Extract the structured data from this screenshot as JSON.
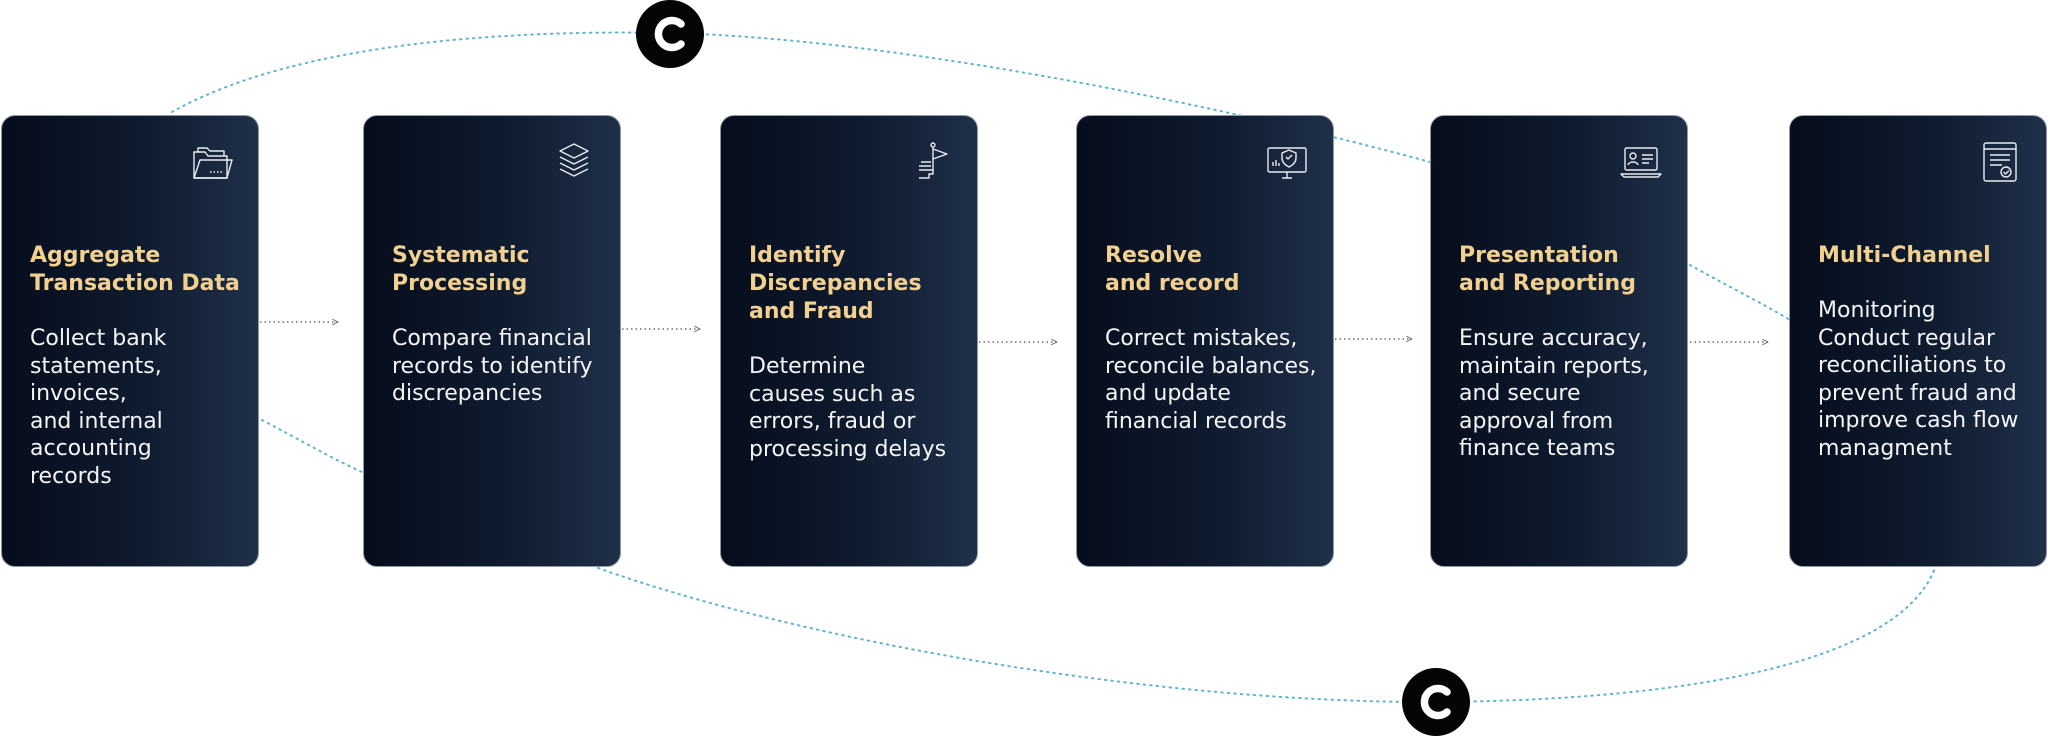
{
  "cards": [
    {
      "title": "Aggregate\nTransaction Data",
      "body": "Collect bank\nstatements,\ninvoices,\nand internal\naccounting\nrecords",
      "icon": "open-folder-icon"
    },
    {
      "title": "Systematic\nProcessing",
      "body": "Compare financial\nrecords to identify\ndiscrepancies",
      "icon": "stacked-layers-icon"
    },
    {
      "title": "Identify\nDiscrepancies\nand Fraud",
      "body": "Determine\ncauses such as\nerrors, fraud or\nprocessing delays",
      "icon": "hand-flag-icon"
    },
    {
      "title": "Resolve\nand record",
      "body": "Correct mistakes,\nreconcile balances,\nand update\nfinancial records",
      "icon": "monitor-shield-icon"
    },
    {
      "title": "Presentation\nand Reporting",
      "body": "Ensure accuracy,\nmaintain reports,\nand secure\napproval from\nfinance teams",
      "icon": "laptop-profile-icon"
    },
    {
      "title": "Multi-Channel",
      "body": "Monitoring\nConduct regular\nreconciliations to\nprevent fraud and\nimprove cash flow\nmanagment",
      "icon": "checklist-tablet-icon"
    }
  ],
  "badges": [
    {
      "icon": "c-logo-icon"
    },
    {
      "icon": "c-logo-icon"
    }
  ],
  "colors": {
    "card_gradient_start": "#060d1c",
    "card_gradient_end": "#1f3049",
    "card_border": "#8f99a6",
    "title": "#f2d08f",
    "body_text": "#f4f6f9",
    "arrow": "#6b6f76",
    "dotted_curve": "#5fb4cf",
    "badge": "#050505"
  }
}
